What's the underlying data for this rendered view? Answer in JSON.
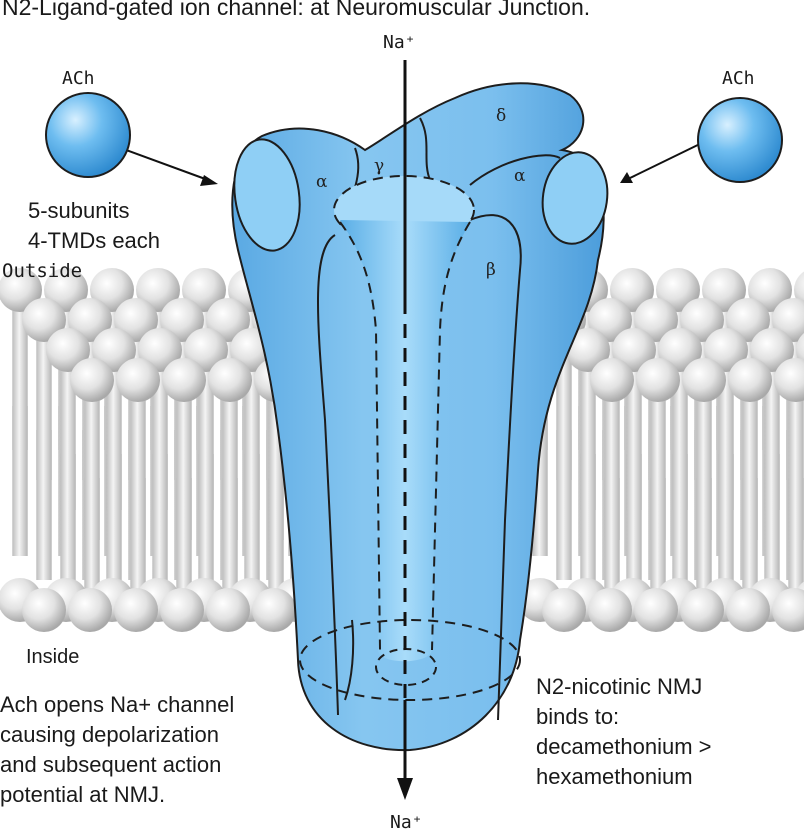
{
  "title": "N2-Ligand-gated ion channel: at Neuromuscular Junction.",
  "ion_top": "Na⁺",
  "ion_bottom": "Na⁺",
  "ligand_left": "ACh",
  "ligand_right": "ACh",
  "side_outside": "Outside",
  "side_inside": "Inside",
  "subunits": {
    "line1": "5-subunits",
    "line2": "4-TMDs each"
  },
  "greek": {
    "alpha_left": "α",
    "gamma": "γ",
    "delta": "δ",
    "alpha_right": "α",
    "beta": "β"
  },
  "note_left": {
    "line1": "Ach opens Na+ channel",
    "line2": "causing depolarization",
    "line3": "and subsequent action",
    "line4": "potential at NMJ."
  },
  "note_right": {
    "line1": "N2-nicotinic NMJ",
    "line2": "binds to:",
    "line3": "decamethonium >",
    "line4": "hexamethonium"
  },
  "colors": {
    "channel": "#7cc0ec",
    "channel_dark": "#3f8fc9",
    "ligand": "#5bb3ea",
    "membrane": "#d9d9d9"
  }
}
